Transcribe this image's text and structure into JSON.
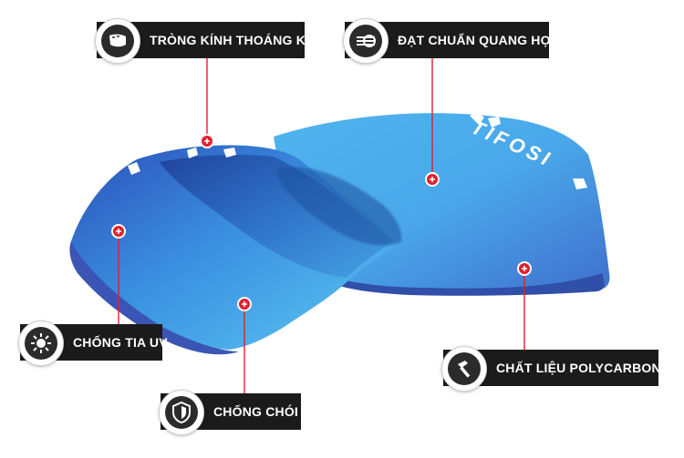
{
  "brand": "TIFOSI",
  "colors": {
    "accent": "#e2202e",
    "callout_bg": "#1b1b1b",
    "lens_light": "#5ec6ef",
    "lens_dark": "#2d5fbf"
  },
  "callouts": {
    "breathable": {
      "label": "TRÒNG KÍNH THOÁNG KHÍ",
      "icon": "vented-lens-icon"
    },
    "optical": {
      "label": "ĐẠT CHUẨN QUANG HỌC",
      "icon": "optical-glasses-icon"
    },
    "uv": {
      "label": "CHỐNG TIA UV",
      "icon": "sun-icon"
    },
    "antiglare": {
      "label": "CHỐNG CHÓI",
      "icon": "shield-icon"
    },
    "polycarbonate": {
      "label": "CHẤT LIỆU POLYCARBONATE",
      "icon": "hammer-icon"
    }
  }
}
